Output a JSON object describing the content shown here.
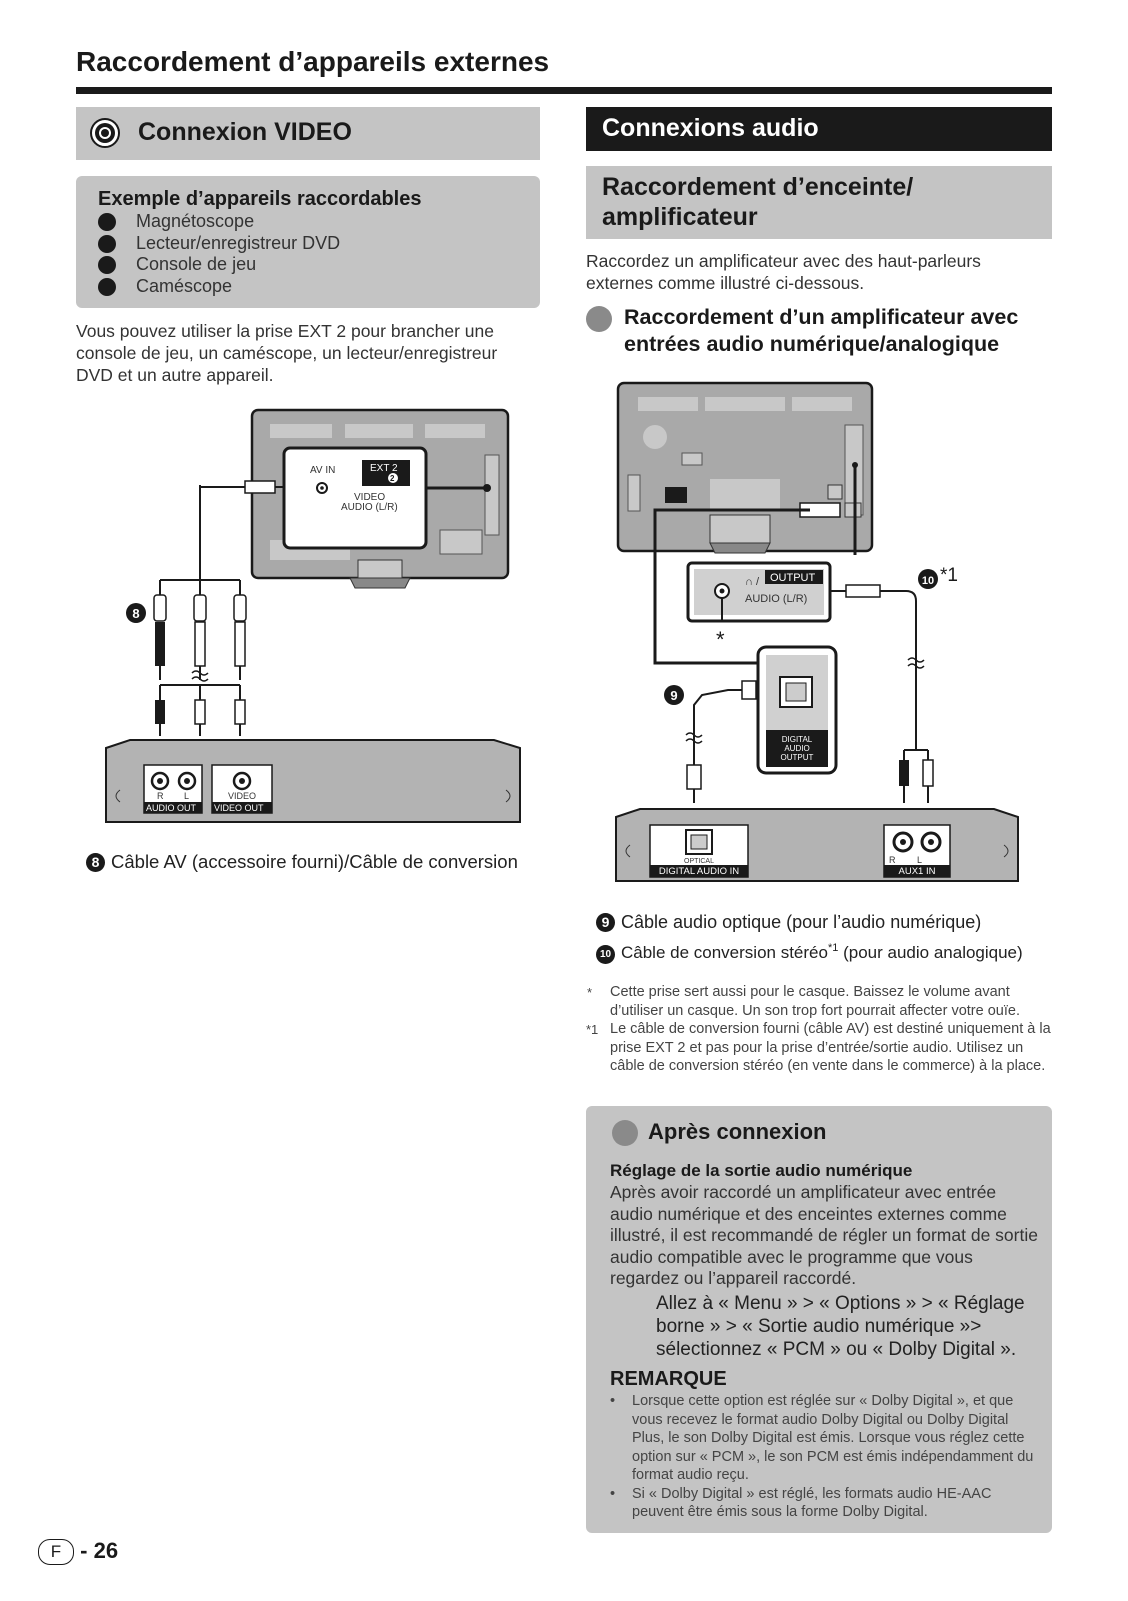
{
  "page": {
    "title": "Raccordement d’appareils externes",
    "page_letter": "F",
    "page_sep": "-",
    "page_number": "26"
  },
  "video": {
    "header": "Connexion VIDEO",
    "devices_heading": "Exemple d’appareils raccordables",
    "devices": [
      "Magnétoscope",
      "Lecteur/enregistreur DVD",
      "Console de jeu",
      "Caméscope"
    ],
    "intro": "Vous pouvez utiliser la prise EXT 2 pour brancher une console de jeu, un caméscope, un lecteur/enregistreur DVD et un autre appareil.",
    "diagram": {
      "av_in": "AV IN",
      "ext2": "EXT 2",
      "ext2_num": "2",
      "video_label": "VIDEO",
      "audio_label": "AUDIO (L/R)",
      "cable_num": "8",
      "r_label": "R",
      "l_label": "L",
      "video_small": "VIDEO",
      "audio_out": "AUDIO OUT",
      "video_out": "VIDEO OUT"
    },
    "caption_num": "8",
    "caption": "Câble AV (accessoire fourni)/Câble de conversion"
  },
  "audio": {
    "header": "Connexions audio",
    "amp_header": "Raccordement d’enceinte/ amplificateur",
    "intro": "Raccordez un amplificateur avec des haut-parleurs externes comme illustré ci-dessous.",
    "sub_heading": "Raccordement d’un amplificateur avec entrées audio numérique/analogique",
    "diagram": {
      "output": "OUTPUT",
      "headphone_symbol": "∩ /",
      "audio_lr": "AUDIO (L/R)",
      "asterisk": "*",
      "num9": "9",
      "num10": "10",
      "star1": "*1",
      "digital_audio_output": [
        "DIGITAL",
        "AUDIO",
        "OUTPUT"
      ],
      "optical": "OPTICAL",
      "digital_audio_in": "DIGITAL AUDIO IN",
      "r_label": "R",
      "l_label": "L",
      "aux1_in": "AUX1 IN"
    },
    "cap9_num": "9",
    "cap9": "Câble audio optique (pour l’audio numérique)",
    "cap10_num": "10",
    "cap10_a": "Câble de conversion stéréo",
    "cap10_sup": "*1",
    "cap10_b": " (pour audio analogique)",
    "fn1_mark": "*",
    "fn1": "Cette prise sert aussi pour le casque. Baissez le volume avant d’utiliser un casque. Un son trop fort pourrait affecter votre ouïe.",
    "fn2_mark": "*1",
    "fn2": "Le câble de conversion fourni (câble AV) est destiné uniquement à la prise EXT 2 et pas pour la prise d’entrée/sortie audio. Utilisez un câble de conversion stéréo (en vente dans le commerce) à la place."
  },
  "after": {
    "title": "Après connexion",
    "subhead": "Réglage de la sortie audio numérique",
    "body": "Après avoir raccordé un amplificateur avec entrée audio numérique et des enceintes externes comme illustré, il est recommandé de régler un format de sortie audio compatible avec le programme que vous regardez ou l’appareil raccordé.",
    "instruction": "Allez à « Menu » > « Options » > « Réglage borne » > « Sortie audio numérique »> sélectionnez « PCM » ou « Dolby Digital ».",
    "remarque": "REMARQUE",
    "bullet_symbol": "•",
    "notes": [
      "Lorsque cette option est réglée sur « Dolby Digital », et que vous recevez le format audio Dolby Digital ou Dolby Digital Plus, le son Dolby Digital est émis. Lorsque vous réglez cette option sur « PCM », le son PCM est émis indépendamment du format audio reçu.",
      "Si « Dolby Digital » est réglé, les formats audio HE-AAC peuvent être émis sous la forme Dolby Digital."
    ]
  }
}
